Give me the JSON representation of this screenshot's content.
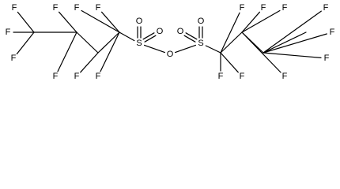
{
  "molecule": {
    "atoms": [
      {
        "id": "F1",
        "label": "F"
      },
      {
        "id": "F2",
        "label": "F"
      },
      {
        "id": "F3",
        "label": "F"
      },
      {
        "id": "F4",
        "label": "F"
      },
      {
        "id": "F5",
        "label": "F"
      },
      {
        "id": "F6",
        "label": "F"
      },
      {
        "id": "F7",
        "label": "F"
      },
      {
        "id": "F8",
        "label": "F"
      },
      {
        "id": "F9",
        "label": "F"
      },
      {
        "id": "S1",
        "label": "S"
      },
      {
        "id": "O1",
        "label": "O"
      },
      {
        "id": "O2",
        "label": "O"
      },
      {
        "id": "O3",
        "label": "O"
      },
      {
        "id": "O4",
        "label": "O"
      },
      {
        "id": "O5",
        "label": "O"
      },
      {
        "id": "S2",
        "label": "S"
      },
      {
        "id": "F10",
        "label": "F"
      },
      {
        "id": "F11",
        "label": "F"
      },
      {
        "id": "F12",
        "label": "F"
      },
      {
        "id": "F13",
        "label": "F"
      },
      {
        "id": "F14",
        "label": "F"
      },
      {
        "id": "F15",
        "label": "F"
      },
      {
        "id": "F16",
        "label": "F"
      },
      {
        "id": "F17",
        "label": "F"
      },
      {
        "id": "F18",
        "label": "F"
      }
    ]
  }
}
